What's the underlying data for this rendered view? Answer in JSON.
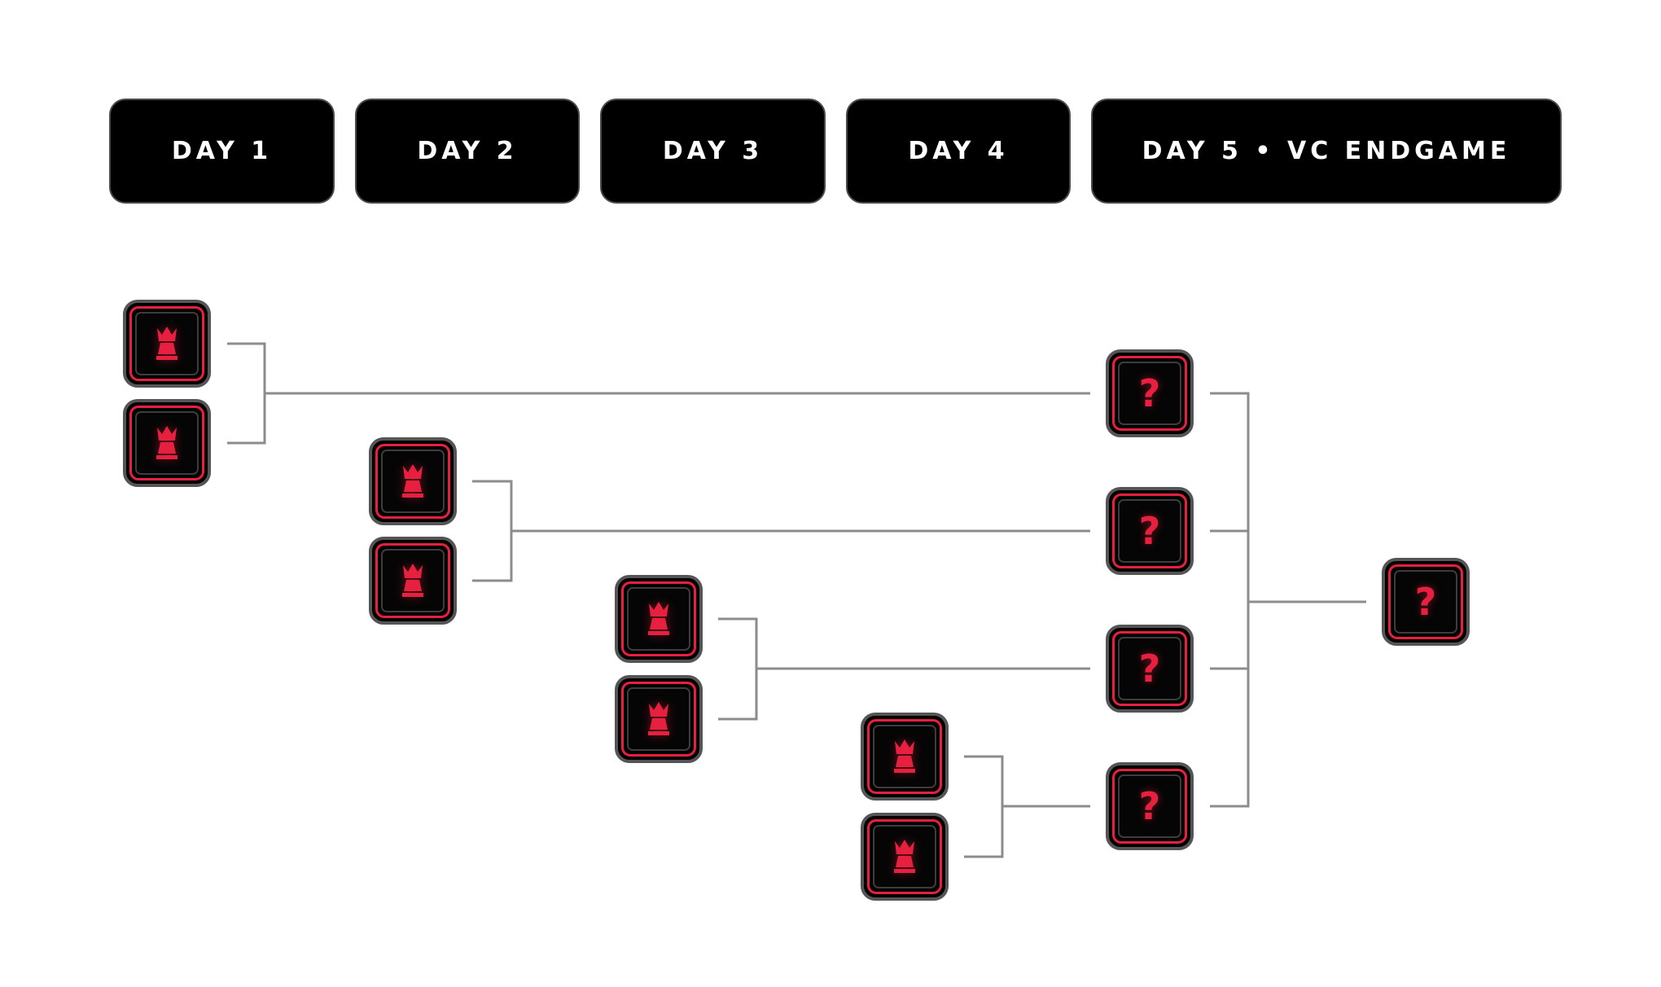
{
  "days": [
    {
      "label": "DAY 1"
    },
    {
      "label": "DAY 2"
    },
    {
      "label": "DAY 3"
    },
    {
      "label": "DAY 4"
    },
    {
      "label": "DAY 5 • VC ENDGAME"
    }
  ],
  "players": {
    "icon": "chess-queen-icon",
    "count": 8
  },
  "unknown_slots": [
    {
      "label": "?"
    },
    {
      "label": "?"
    },
    {
      "label": "?"
    },
    {
      "label": "?"
    },
    {
      "label": "?"
    }
  ],
  "colors": {
    "accent": "#e8203f",
    "header_bg": "#000000",
    "connector": "#8c8c8c",
    "tile_border": "#555555"
  }
}
